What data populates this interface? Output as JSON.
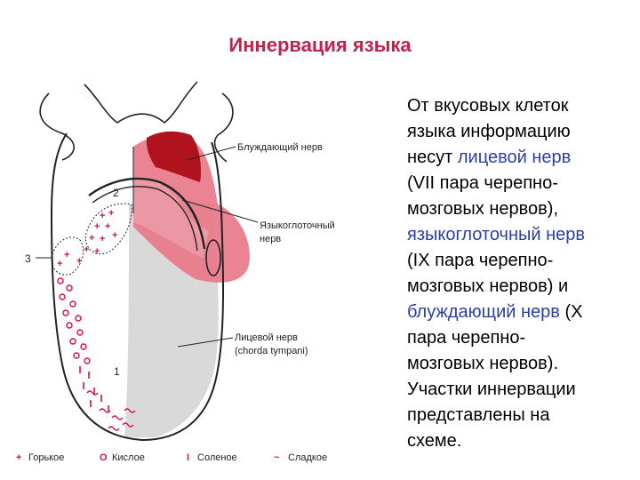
{
  "title": "Иннервация языка",
  "text": {
    "l1": "От вкусовых клеток",
    "l2": "языка информацию",
    "l3a": "несут ",
    "l3b": "лицевой нерв",
    "l4": "(VII пара черепно-",
    "l5": "мозговых нервов),",
    "l6": "языкоглоточный нерв",
    "l7": "(IX пара черепно-",
    "l8": "мозговых нервов) и",
    "l9a": "блуждающий нерв",
    "l9b": " (X",
    "l10": "пара черепно-",
    "l11": "мозговых нервов).",
    "l12": "Участки иннервации",
    "l13": "представлены на",
    "l14": "схеме."
  },
  "diagram": {
    "label_vagus": "Блуждающий нерв",
    "label_glosso_1": "Языкоглоточный",
    "label_glosso_2": "нерв",
    "label_facial_1": "Лицевой нерв",
    "label_facial_2": "(chorda tympani)",
    "num_1": "1",
    "num_2": "2",
    "num_3": "3"
  },
  "legend": {
    "bitter_symbol": "+",
    "bitter": "Горькое",
    "sour_symbol": "O",
    "sour": "Кислое",
    "salty_symbol": "I",
    "salty": "Соленое",
    "sweet_symbol": "~",
    "sweet": "Сладкое"
  },
  "colors": {
    "title": "#c0224a",
    "link": "#2b3fa6",
    "vagus_zone": "#b0121e",
    "glosso_zone": "#e36a7c",
    "facial_zone": "#d9d9d9",
    "taste_marks": "#d5103a"
  }
}
